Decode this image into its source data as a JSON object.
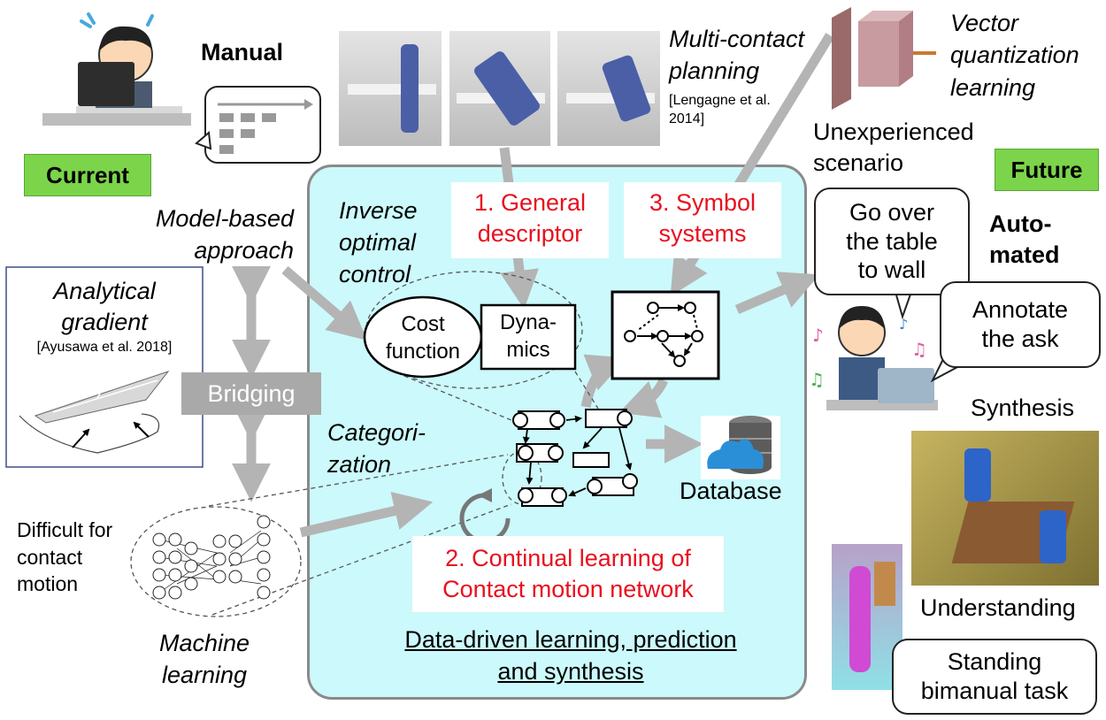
{
  "labels": {
    "manual": "Manual",
    "current": "Current",
    "future": "Future",
    "automated_line1": "Auto-",
    "automated_line2": "mated",
    "model_based_line1": "Model-based",
    "model_based_line2": "approach",
    "analytical_line1": "Analytical",
    "analytical_line2": "gradient",
    "analytical_ref": "[Ayusawa et al. 2018]",
    "bridging": "Bridging",
    "difficult_line1": "Difficult for",
    "difficult_line2": "contact",
    "difficult_line3": "motion",
    "machine_line1": "Machine",
    "machine_line2": "learning",
    "multi_contact_line1": "Multi-contact",
    "multi_contact_line2": "planning",
    "multi_contact_ref_line1": "[Lengagne et al.",
    "multi_contact_ref_line2": "2014]",
    "vq_line1": "Vector",
    "vq_line2": "quantization",
    "vq_line3": "learning",
    "unexperienced_line1": "Unexperienced",
    "unexperienced_line2": "scenario",
    "inverse_line1": "Inverse",
    "inverse_line2": "optimal",
    "inverse_line3": "control",
    "general_line1": "1. General",
    "general_line2": "descriptor",
    "symbol_line1": "3. Symbol",
    "symbol_line2": "systems",
    "cost_line1": "Cost",
    "cost_line2": "function",
    "dyn_line1": "Dyna-",
    "dyn_line2": "mics",
    "categ_line1": "Categori-",
    "categ_line2": "zation",
    "database": "Database",
    "continual_line1": "2. Continual learning of",
    "continual_line2": "Contact motion network",
    "datadriven_line1": "Data-driven learning, prediction",
    "datadriven_line2": "and synthesis",
    "bubble_go_line1": "Go over",
    "bubble_go_line2": "the table",
    "bubble_go_line3": "to wall",
    "bubble_annotate_line1": "Annotate",
    "bubble_annotate_line2": "the ask",
    "synthesis": "Synthesis",
    "understanding": "Understanding",
    "standing_line1": "Standing",
    "standing_line2": "bimanual task"
  },
  "colors": {
    "panel_fill": "#ccf9fb",
    "arrow_gray": "#b4b4b4",
    "highlight_red": "#e8101e",
    "label_green": "#7cd44a"
  }
}
